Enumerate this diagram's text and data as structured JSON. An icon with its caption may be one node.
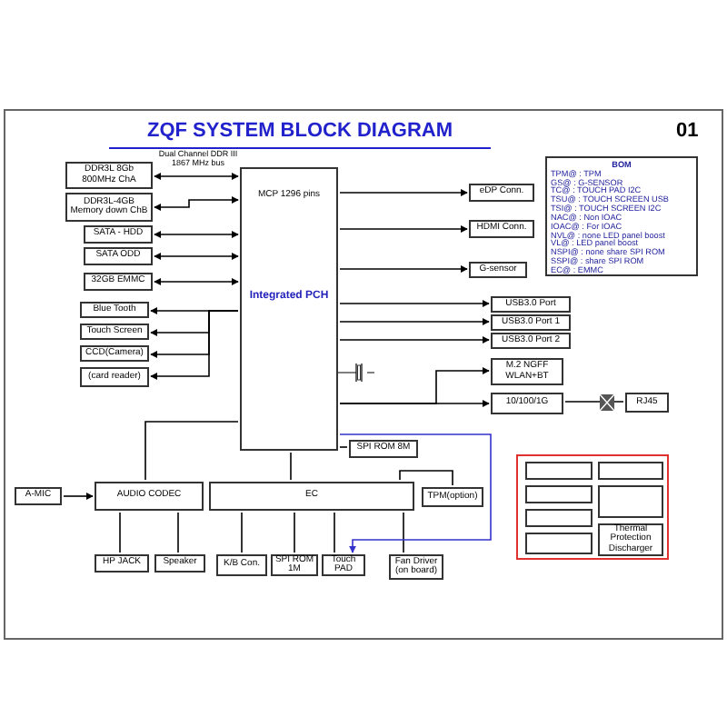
{
  "diagram": {
    "title": "ZQF SYSTEM BLOCK DIAGRAM",
    "nodes": [
      {
        "text": [
          "MCP 1296 pins",
          "Integrated PCH"
        ]
      },
      {
        "text": [
          "DDR3L 8Gb 800MHz ChA"
        ]
      },
      {
        "text": [
          "DDR3L-4GB Memory down ChB"
        ]
      },
      {
        "text": [
          "SATA - HDD"
        ]
      },
      {
        "text": [
          "SATA ODD"
        ]
      },
      {
        "text": [
          "32GB EMMC"
        ]
      },
      {
        "text": [
          "Blue Tooth"
        ]
      },
      {
        "text": [
          "Touch Screen"
        ]
      },
      {
        "text": [
          "CCD(Camera)"
        ]
      },
      {
        "text": [
          "(card reader)"
        ]
      },
      {
        "text": [
          "eDP Conn."
        ]
      },
      {
        "text": [
          "HDMI Conn."
        ]
      },
      {
        "text": [
          "G-sensor"
        ]
      },
      {
        "text": [
          "USB3.0 Port"
        ]
      },
      {
        "text": [
          "USB3.0 Port 1"
        ]
      },
      {
        "text": [
          "USB3.0 Port 2"
        ]
      },
      {
        "text": [
          "M.2 NGFF WLAN+BT"
        ]
      },
      {
        "text": [
          "10/100/1G"
        ]
      },
      {
        "text": [
          "RJ45"
        ]
      },
      {
        "text": [
          "SPI ROM 8M"
        ]
      },
      {
        "text": [
          "TPM(option)"
        ]
      },
      {
        "text": [
          "A-MIC"
        ]
      },
      {
        "text": [
          "AUDIO CODEC"
        ]
      },
      {
        "text": [
          "EC"
        ]
      },
      {
        "text": [
          "HP JACK"
        ]
      },
      {
        "text": [
          "Speaker"
        ]
      },
      {
        "text": [
          "K/B Con."
        ]
      },
      {
        "text": [
          "SPI ROM 1M"
        ]
      },
      {
        "text": [
          "Touch PAD"
        ]
      },
      {
        "text": [
          "Fan Driver (on board)"
        ]
      },
      {
        "text": [],
        "shape": "box"
      },
      {
        "text": [],
        "shape": "box",
        "in": 30
      },
      {
        "text": [],
        "shape": "box",
        "in": 30
      },
      {
        "text": [],
        "shape": "box",
        "in": 30
      },
      {
        "text": [],
        "shape": "box",
        "in": 30
      },
      {
        "text": [],
        "shape": "box",
        "in": 30
      },
      {
        "text": [],
        "shape": "box",
        "in": 30
      },
      {
        "text": [
          "Thermal Protection Discharger"
        ],
        "in": 30
      },
      {
        "text": [
          "BOM",
          "TPM@ : TPM",
          "GS@ : G-SENSOR",
          "TC@ : TOUCH PAD I2C",
          "TSU@ : TOUCH SCREEN USB",
          "TSI@ : TOUCH SCREEN I2C",
          "NAC@ : Non IOAC",
          "IOAC@ : For IOAC",
          "NVL@ : none LED panel boost",
          "VL@ : LED panel boost",
          "NSPI@ : none share SPI ROM",
          "SSPI@ : share SPI ROM",
          "EC@ : EMMC"
        ]
      }
    ],
    "edges": [
      {
        "from": 1,
        "to": 0,
        "arrow": "both",
        "label": "Dual Channel DDR III 1867 MHz bus"
      },
      {
        "from": 2,
        "to": 0,
        "arrow": "both"
      },
      {
        "from": 3,
        "to": 0,
        "arrow": "both"
      },
      {
        "from": 4,
        "to": 0,
        "arrow": "both"
      },
      {
        "from": 5,
        "to": 0,
        "arrow": "both"
      },
      {
        "from": 0,
        "to": 6,
        "arrow": "to"
      },
      {
        "from": 0,
        "to": 7,
        "arrow": "to"
      },
      {
        "from": 0,
        "to": 8,
        "arrow": "to"
      },
      {
        "from": 0,
        "to": 9,
        "arrow": "to"
      },
      {
        "from": 0,
        "to": 10,
        "arrow": "to"
      },
      {
        "from": 0,
        "to": 11,
        "arrow": "to"
      },
      {
        "from": 0,
        "to": 12,
        "arrow": "to"
      },
      {
        "from": 0,
        "to": 13,
        "arrow": "to"
      },
      {
        "from": 0,
        "to": 14,
        "arrow": "to"
      },
      {
        "from": 0,
        "to": 15,
        "arrow": "to"
      },
      {
        "from": 0,
        "to": 16,
        "arrow": "to"
      },
      {
        "from": 0,
        "to": 17,
        "arrow": "to"
      },
      {
        "from": 17,
        "to": 18,
        "arrow": "none"
      },
      {
        "from": 0,
        "to": 19,
        "arrow": "none"
      },
      {
        "from": 0,
        "to": 22,
        "arrow": "none"
      },
      {
        "from": 21,
        "to": 22,
        "arrow": "to"
      },
      {
        "from": 22,
        "to": 24,
        "arrow": "none"
      },
      {
        "from": 22,
        "to": 25,
        "arrow": "none"
      },
      {
        "from": 0,
        "to": 23,
        "arrow": "none"
      },
      {
        "from": 23,
        "to": 20,
        "arrow": "none"
      },
      {
        "from": 23,
        "to": 26,
        "arrow": "none"
      },
      {
        "from": 23,
        "to": 27,
        "arrow": "none"
      },
      {
        "from": 23,
        "to": 28,
        "arrow": "none"
      },
      {
        "from": 23,
        "to": 29,
        "arrow": "none"
      },
      {
        "from": 0,
        "to": 28,
        "arrow": "to",
        "color": "#3333cc"
      }
    ],
    "labels": [
      "01"
    ]
  }
}
